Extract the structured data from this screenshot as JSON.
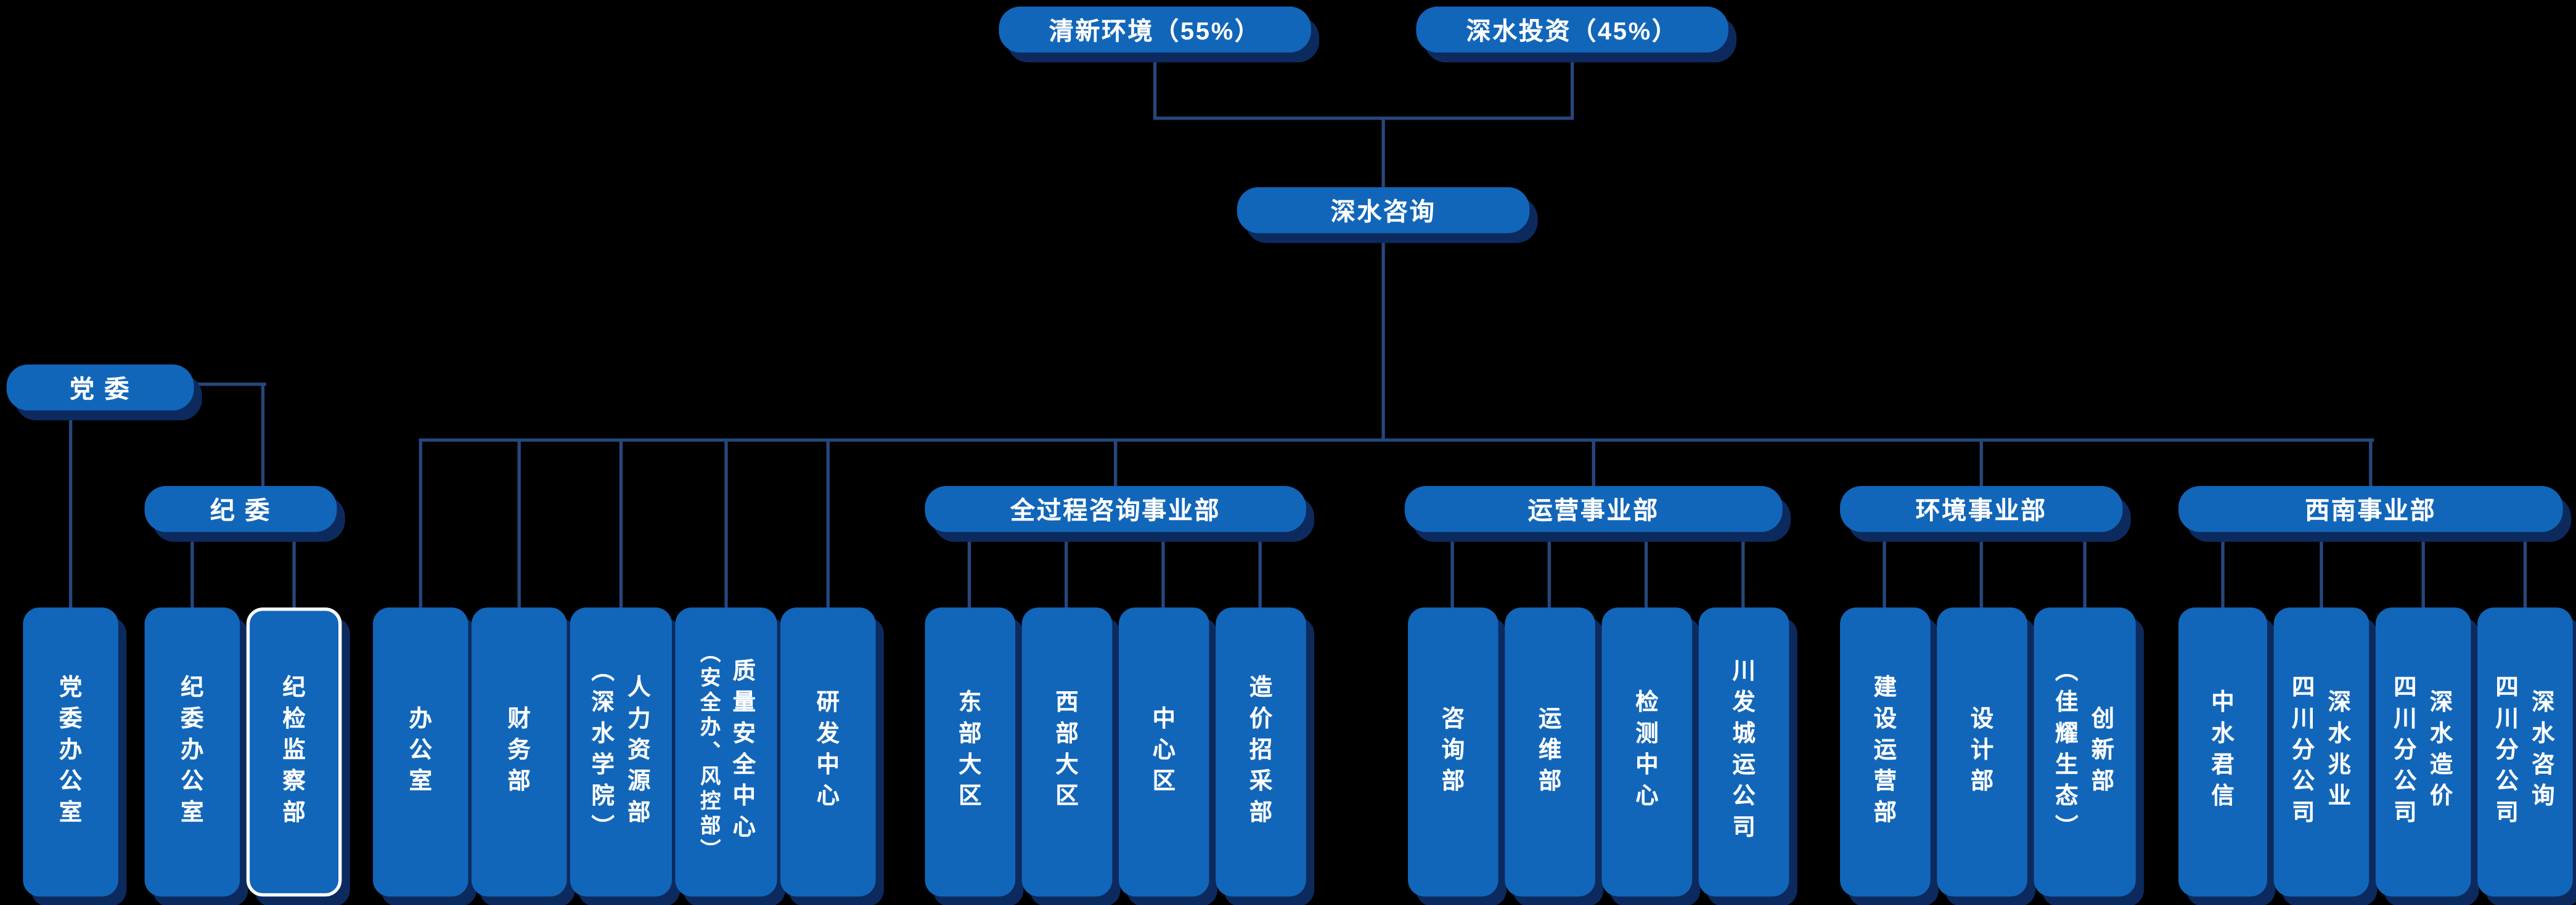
{
  "palette": {
    "background": "#000000",
    "box_blue": "#1166b9",
    "box_shadow": "#0d2a5e",
    "line": "#26477c",
    "text": "#ffffff",
    "highlight_border": "#ffffff"
  },
  "root": {
    "shareholder_left": "清新环境（55%）",
    "shareholder_right": "深水投资（45%）",
    "company": "深水咨询"
  },
  "party": {
    "committee": "党 委",
    "discipline": "纪 委",
    "committee_children": [
      {
        "lines": [
          "党委办公室"
        ]
      }
    ],
    "discipline_children": [
      {
        "lines": [
          "纪委办公室"
        ],
        "highlight": false
      },
      {
        "lines": [
          "纪检监察部"
        ],
        "highlight": true
      }
    ]
  },
  "departments": [
    {
      "lines": [
        "办公室"
      ]
    },
    {
      "lines": [
        "财务部"
      ]
    },
    {
      "lines": [
        "人力资源部",
        "（深水学院）"
      ]
    },
    {
      "lines": [
        "质量安全中心",
        "（安全办、风控部）"
      ]
    },
    {
      "lines": [
        "研发中心"
      ]
    }
  ],
  "divisions": [
    {
      "title": "全过程咨询事业部",
      "children": [
        {
          "lines": [
            "东部大区"
          ]
        },
        {
          "lines": [
            "西部大区"
          ]
        },
        {
          "lines": [
            "中心区"
          ]
        },
        {
          "lines": [
            "造价招采部"
          ]
        }
      ]
    },
    {
      "title": "运营事业部",
      "children": [
        {
          "lines": [
            "咨询部"
          ]
        },
        {
          "lines": [
            "运维部"
          ]
        },
        {
          "lines": [
            "检测中心"
          ]
        },
        {
          "lines": [
            "川发城运公司"
          ]
        }
      ]
    },
    {
      "title": "环境事业部",
      "children": [
        {
          "lines": [
            "建设运营部"
          ]
        },
        {
          "lines": [
            "设计部"
          ]
        },
        {
          "lines": [
            "创新部",
            "（佳耀生态）"
          ]
        }
      ]
    },
    {
      "title": "西南事业部",
      "children": [
        {
          "lines": [
            "中水君信"
          ]
        },
        {
          "lines": [
            "深水兆业",
            "四川分公司"
          ]
        },
        {
          "lines": [
            "深水造价",
            "四川分公司"
          ]
        },
        {
          "lines": [
            "深水咨询",
            "四川分公司"
          ]
        }
      ]
    }
  ]
}
